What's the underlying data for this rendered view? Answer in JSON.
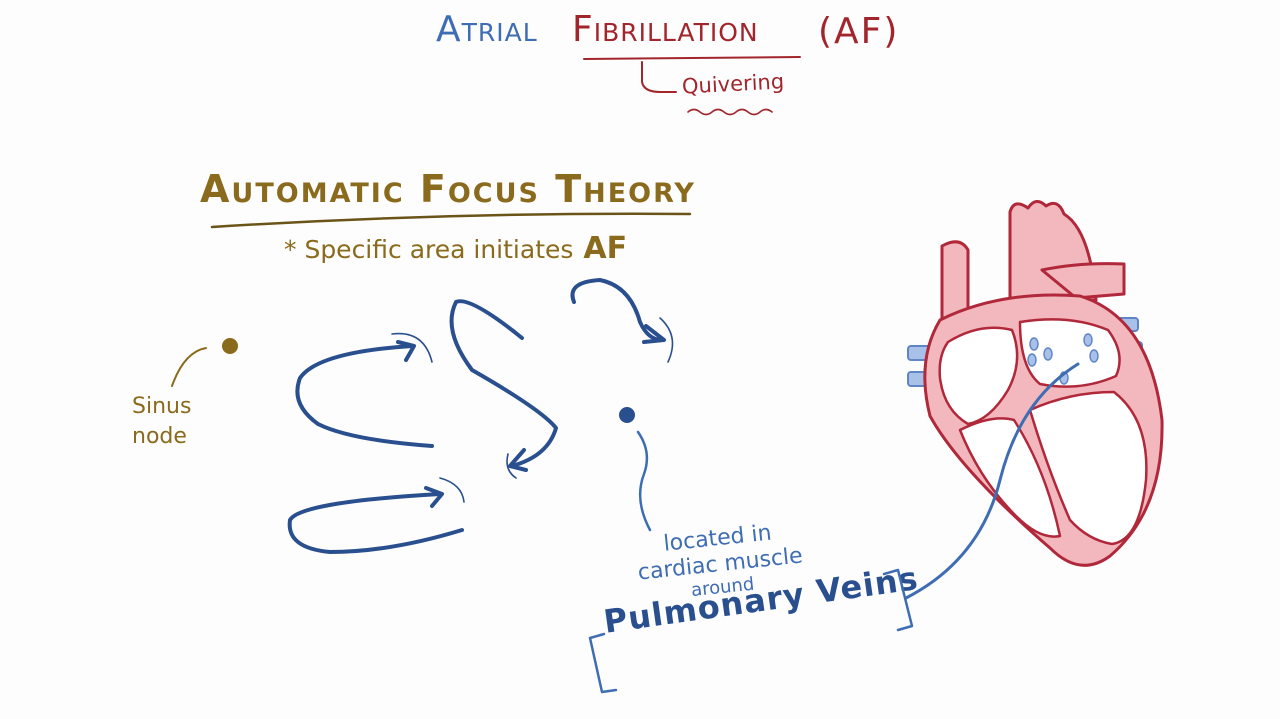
{
  "colors": {
    "blue": "#3f6db3",
    "dark_blue": "#2a4f8f",
    "red": "#a3252c",
    "gold": "#8a6a1c",
    "heart_fill": "#f2b8be",
    "heart_line": "#b0283a"
  },
  "title": {
    "part1": "Atrial",
    "part2": "Fibrillation",
    "abbr": "(AF)",
    "annotation": "Quivering"
  },
  "theory": {
    "heading": "Automatic Focus Theory",
    "note_prefix": "* Specific area initiates",
    "note_emphasis": "AF"
  },
  "labels": {
    "sinus_node": "Sinus node",
    "located_line1": "located in",
    "located_line2": "cardiac muscle",
    "located_line3": "around",
    "veins": "Pulmonary Veins"
  },
  "icons": {
    "sinus_node": "dot-icon",
    "ectopic_focus": "dot-icon",
    "heart": "heart-icon"
  }
}
